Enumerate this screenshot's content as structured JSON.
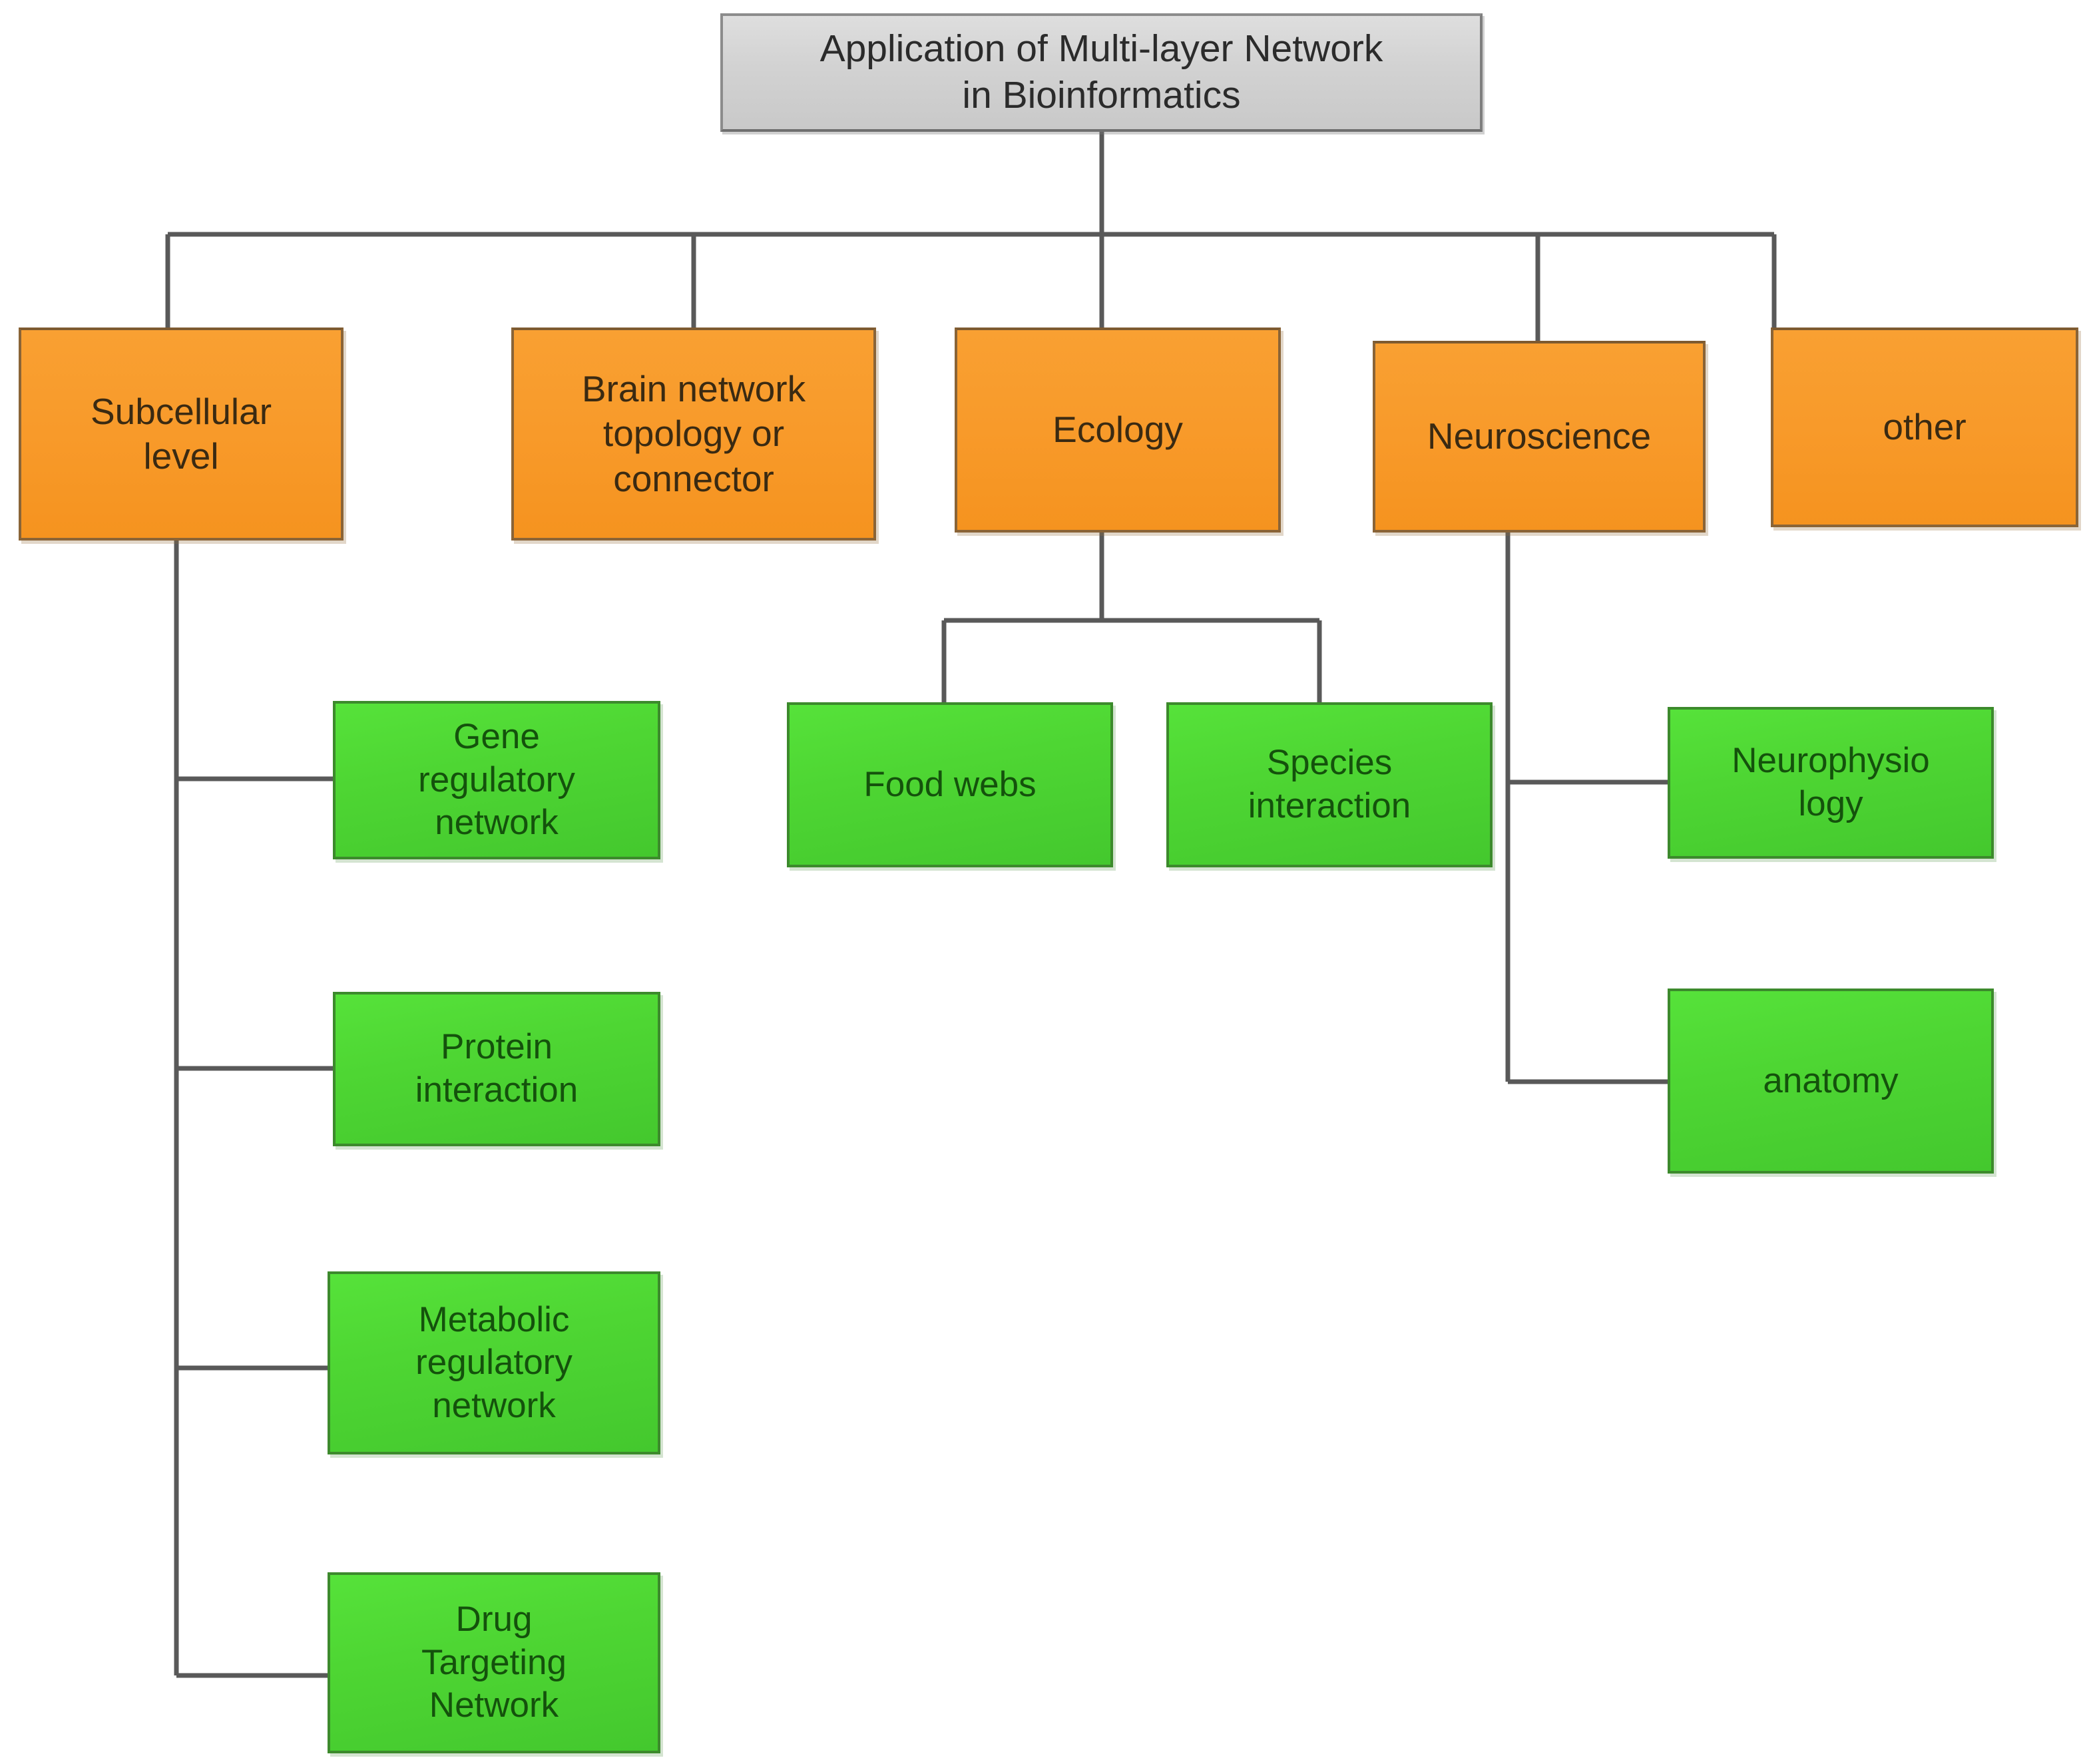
{
  "diagram": {
    "title": "Application of Multi-layer Network in Bioinformatics",
    "colors": {
      "root_fill": "#d6d6d6",
      "root_border": "#8c8c8c",
      "category_fill": "#f89a2a",
      "category_border": "#8a6437",
      "leaf_fill": "#4ed633",
      "leaf_border": "#3c8a2c",
      "connector": "#595959",
      "background": "#ffffff"
    },
    "root": {
      "label": "Application of Multi-layer Network\nin Bioinformatics"
    },
    "categories": [
      {
        "id": "subcellular",
        "label": "Subcellular\nlevel"
      },
      {
        "id": "brain",
        "label": "Brain network\ntopology or\nconnector"
      },
      {
        "id": "ecology",
        "label": "Ecology"
      },
      {
        "id": "neuroscience",
        "label": "Neuroscience"
      },
      {
        "id": "other",
        "label": "other"
      }
    ],
    "leaves": {
      "subcellular": [
        {
          "id": "gene",
          "label": "Gene\nregulatory\nnetwork"
        },
        {
          "id": "protein",
          "label": "Protein\ninteraction"
        },
        {
          "id": "metabolic",
          "label": "Metabolic\nregulatory\nnetwork"
        },
        {
          "id": "drug",
          "label": "Drug\nTargeting\nNetwork"
        }
      ],
      "ecology": [
        {
          "id": "foodwebs",
          "label": "Food webs"
        },
        {
          "id": "species",
          "label": "Species\ninteraction"
        }
      ],
      "neuroscience": [
        {
          "id": "neurophysiology",
          "label": "Neurophysio\nlogy"
        },
        {
          "id": "anatomy",
          "label": "anatomy"
        }
      ]
    }
  }
}
